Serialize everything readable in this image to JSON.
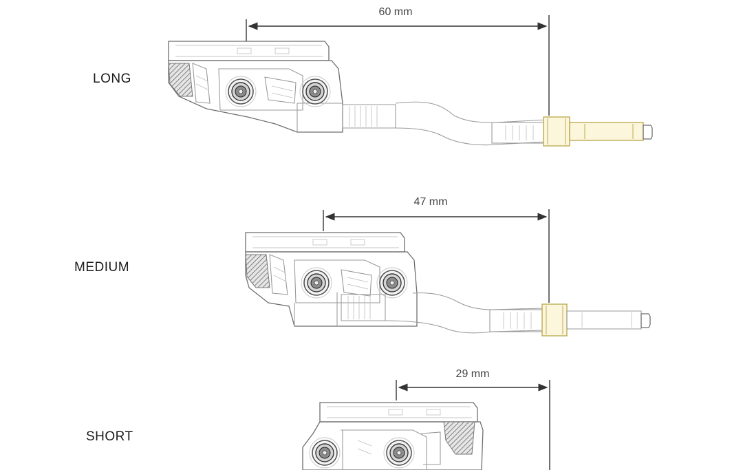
{
  "variants": [
    {
      "id": "long",
      "label": "LONG",
      "dimension": "60 mm"
    },
    {
      "id": "medium",
      "label": "MEDIUM",
      "dimension": "47 mm"
    },
    {
      "id": "short",
      "label": "SHORT",
      "dimension": "29 mm"
    }
  ],
  "colors": {
    "text": "#1a1a1a",
    "dimension_line": "#333333",
    "outline": "#9a9a9a",
    "collar_gold": "#b7a544"
  }
}
